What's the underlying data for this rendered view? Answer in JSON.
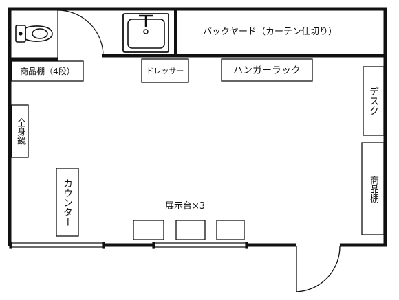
{
  "rooms": {
    "backyard_label": "バックヤード（カーテン仕切り）"
  },
  "furniture": {
    "shelf_top_label": "商品棚（4段）",
    "dresser_label": "ドレッサー",
    "hanger_rack_label": "ハンガーラック",
    "desk_label": "デスク",
    "mirror_label": "全身鏡",
    "counter_label": "カウンター",
    "shelf_right_label": "商品棚",
    "display_label": "展示台×3"
  },
  "fixtures": {
    "toilet_icon": "toilet-icon",
    "sink_icon": "sink-icon"
  }
}
